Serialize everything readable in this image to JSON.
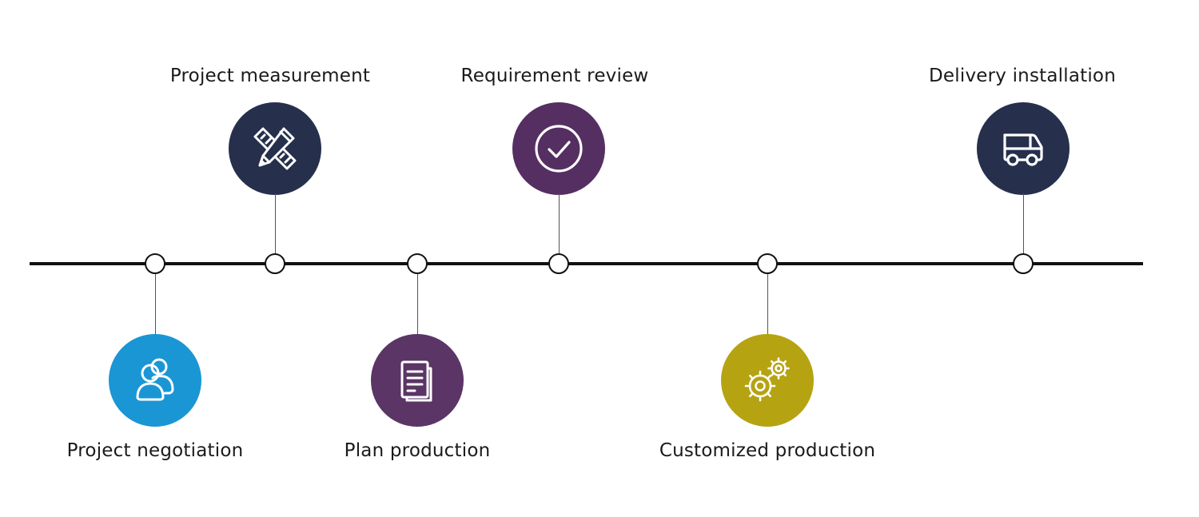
{
  "timeline": {
    "steps": [
      {
        "label": "Project negotiation",
        "icon": "users-icon",
        "color": "#1a96d4"
      },
      {
        "label": "Project measurement",
        "icon": "ruler-pencil-icon",
        "color": "#26304d"
      },
      {
        "label": "Plan production",
        "icon": "document-icon",
        "color": "#5a3565"
      },
      {
        "label": "Requirement review",
        "icon": "checkmark-circle-icon",
        "color": "#552f62"
      },
      {
        "label": "Customized production",
        "icon": "gears-icon",
        "color": "#b5a312"
      },
      {
        "label": "Delivery installation",
        "icon": "truck-icon",
        "color": "#26304d"
      }
    ],
    "line_color": "#111111"
  }
}
